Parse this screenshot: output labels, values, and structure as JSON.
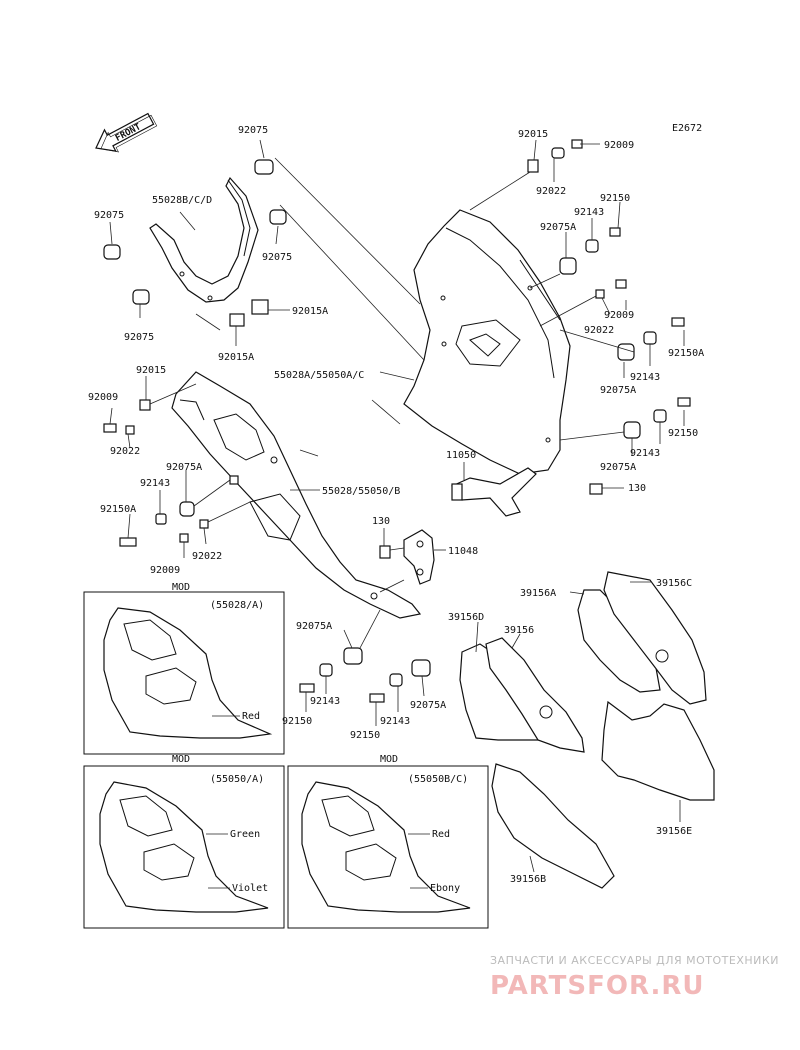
{
  "diagram_code": "E2672",
  "front_arrow_label": "FRONT",
  "labels": {
    "l92075_top": "92075",
    "l55028bcd": "55028B/C/D",
    "l92075_left": "92075",
    "l92075_mid": "92075",
    "l92075_bot": "92075",
    "l92015a_1": "92015A",
    "l92015a_2": "92015A",
    "l92015_top": "92015",
    "l92009_top": "92009",
    "l92022_top": "92022",
    "l92150_top": "92150",
    "l92143_top": "92143",
    "l92075a_top": "92075A",
    "l92009_r": "92009",
    "l92022_r": "92022",
    "l92150a_r": "92150A",
    "l92143_r": "92143",
    "l92075a_r": "92075A",
    "l92150_r2": "92150",
    "l92143_r2": "92143",
    "l92075a_r2": "92075A",
    "l55028a": "55028A/55050A/C",
    "l11050": "11050",
    "l130_a": "130",
    "l92015_l": "92015",
    "l92009_l": "92009",
    "l92022_l": "92022",
    "l92075a_l": "92075A",
    "l92143_l": "92143",
    "l92150a_l": "92150A",
    "l92022_l2": "92022",
    "l92009_l2": "92009",
    "l55028_b": "55028/55050/B",
    "l130_b": "130",
    "l11048": "11048",
    "l92075a_c": "92075A",
    "l92143_c": "92143",
    "l92150_c": "92150",
    "l92143_c2": "92143",
    "l92150_c2": "92150",
    "l92075a_c2": "92075A",
    "l39156a": "39156A",
    "l39156c": "39156C",
    "l39156d": "39156D",
    "l39156": "39156",
    "l39156e": "39156E",
    "l39156b": "39156B"
  },
  "insets": [
    {
      "mod": "MOD",
      "part": "(55028/A)",
      "colors": [
        "Red"
      ]
    },
    {
      "mod": "MOD",
      "part": "(55050/A)",
      "colors": [
        "Green",
        "Violet"
      ]
    },
    {
      "mod": "MOD",
      "part": "(55050B/C)",
      "colors": [
        "Red",
        "Ebony"
      ]
    }
  ],
  "watermark": {
    "subtitle": "ЗАПЧАСТИ И АКСЕССУАРЫ ДЛЯ МОТОТЕХНИКИ",
    "brand": "PARTSFOR.RU"
  },
  "colors": {
    "line": "#111111",
    "watermark": "#f2b8b8"
  }
}
